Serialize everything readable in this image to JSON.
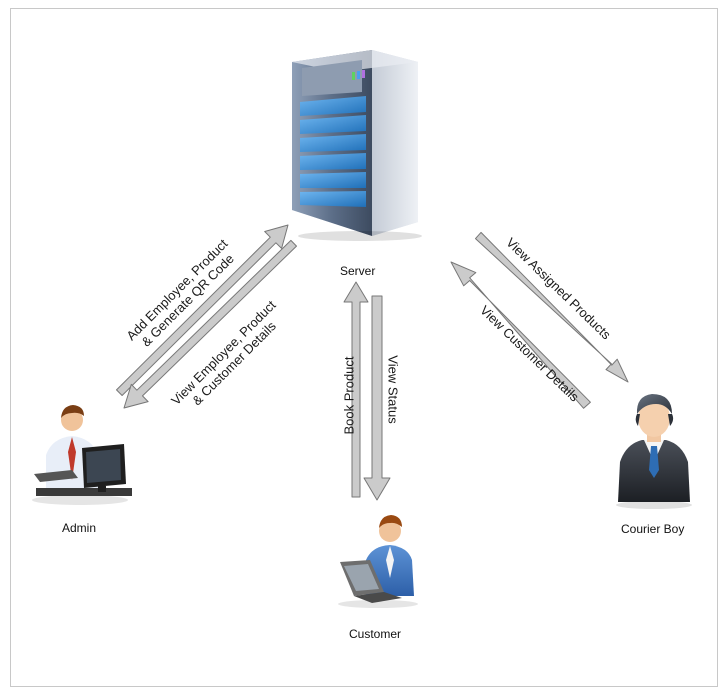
{
  "nodes": {
    "server": "Server",
    "admin": "Admin",
    "customer": "Customer",
    "courier": "Courier Boy"
  },
  "flows": {
    "admin_to_server": {
      "line1": "Add Employee, Product",
      "line2": "& Generate QR Code"
    },
    "server_to_admin": {
      "line1": "View Employee, Product",
      "line2": "& Customer Details"
    },
    "customer_to_server": "Book Product",
    "server_to_customer": "View Status",
    "server_to_courier": "View Assigned Products",
    "courier_to_server": "View Customer Details"
  },
  "icons": {
    "server": "server-tower-icon",
    "admin": "admin-at-computer-icon",
    "customer": "customer-with-laptop-icon",
    "courier": "courier-person-icon"
  },
  "colors": {
    "arrow_fill": "#c9c9c9",
    "arrow_stroke": "#777777",
    "server_body": "#5a6c85",
    "server_drives": "#3f8fd8"
  }
}
